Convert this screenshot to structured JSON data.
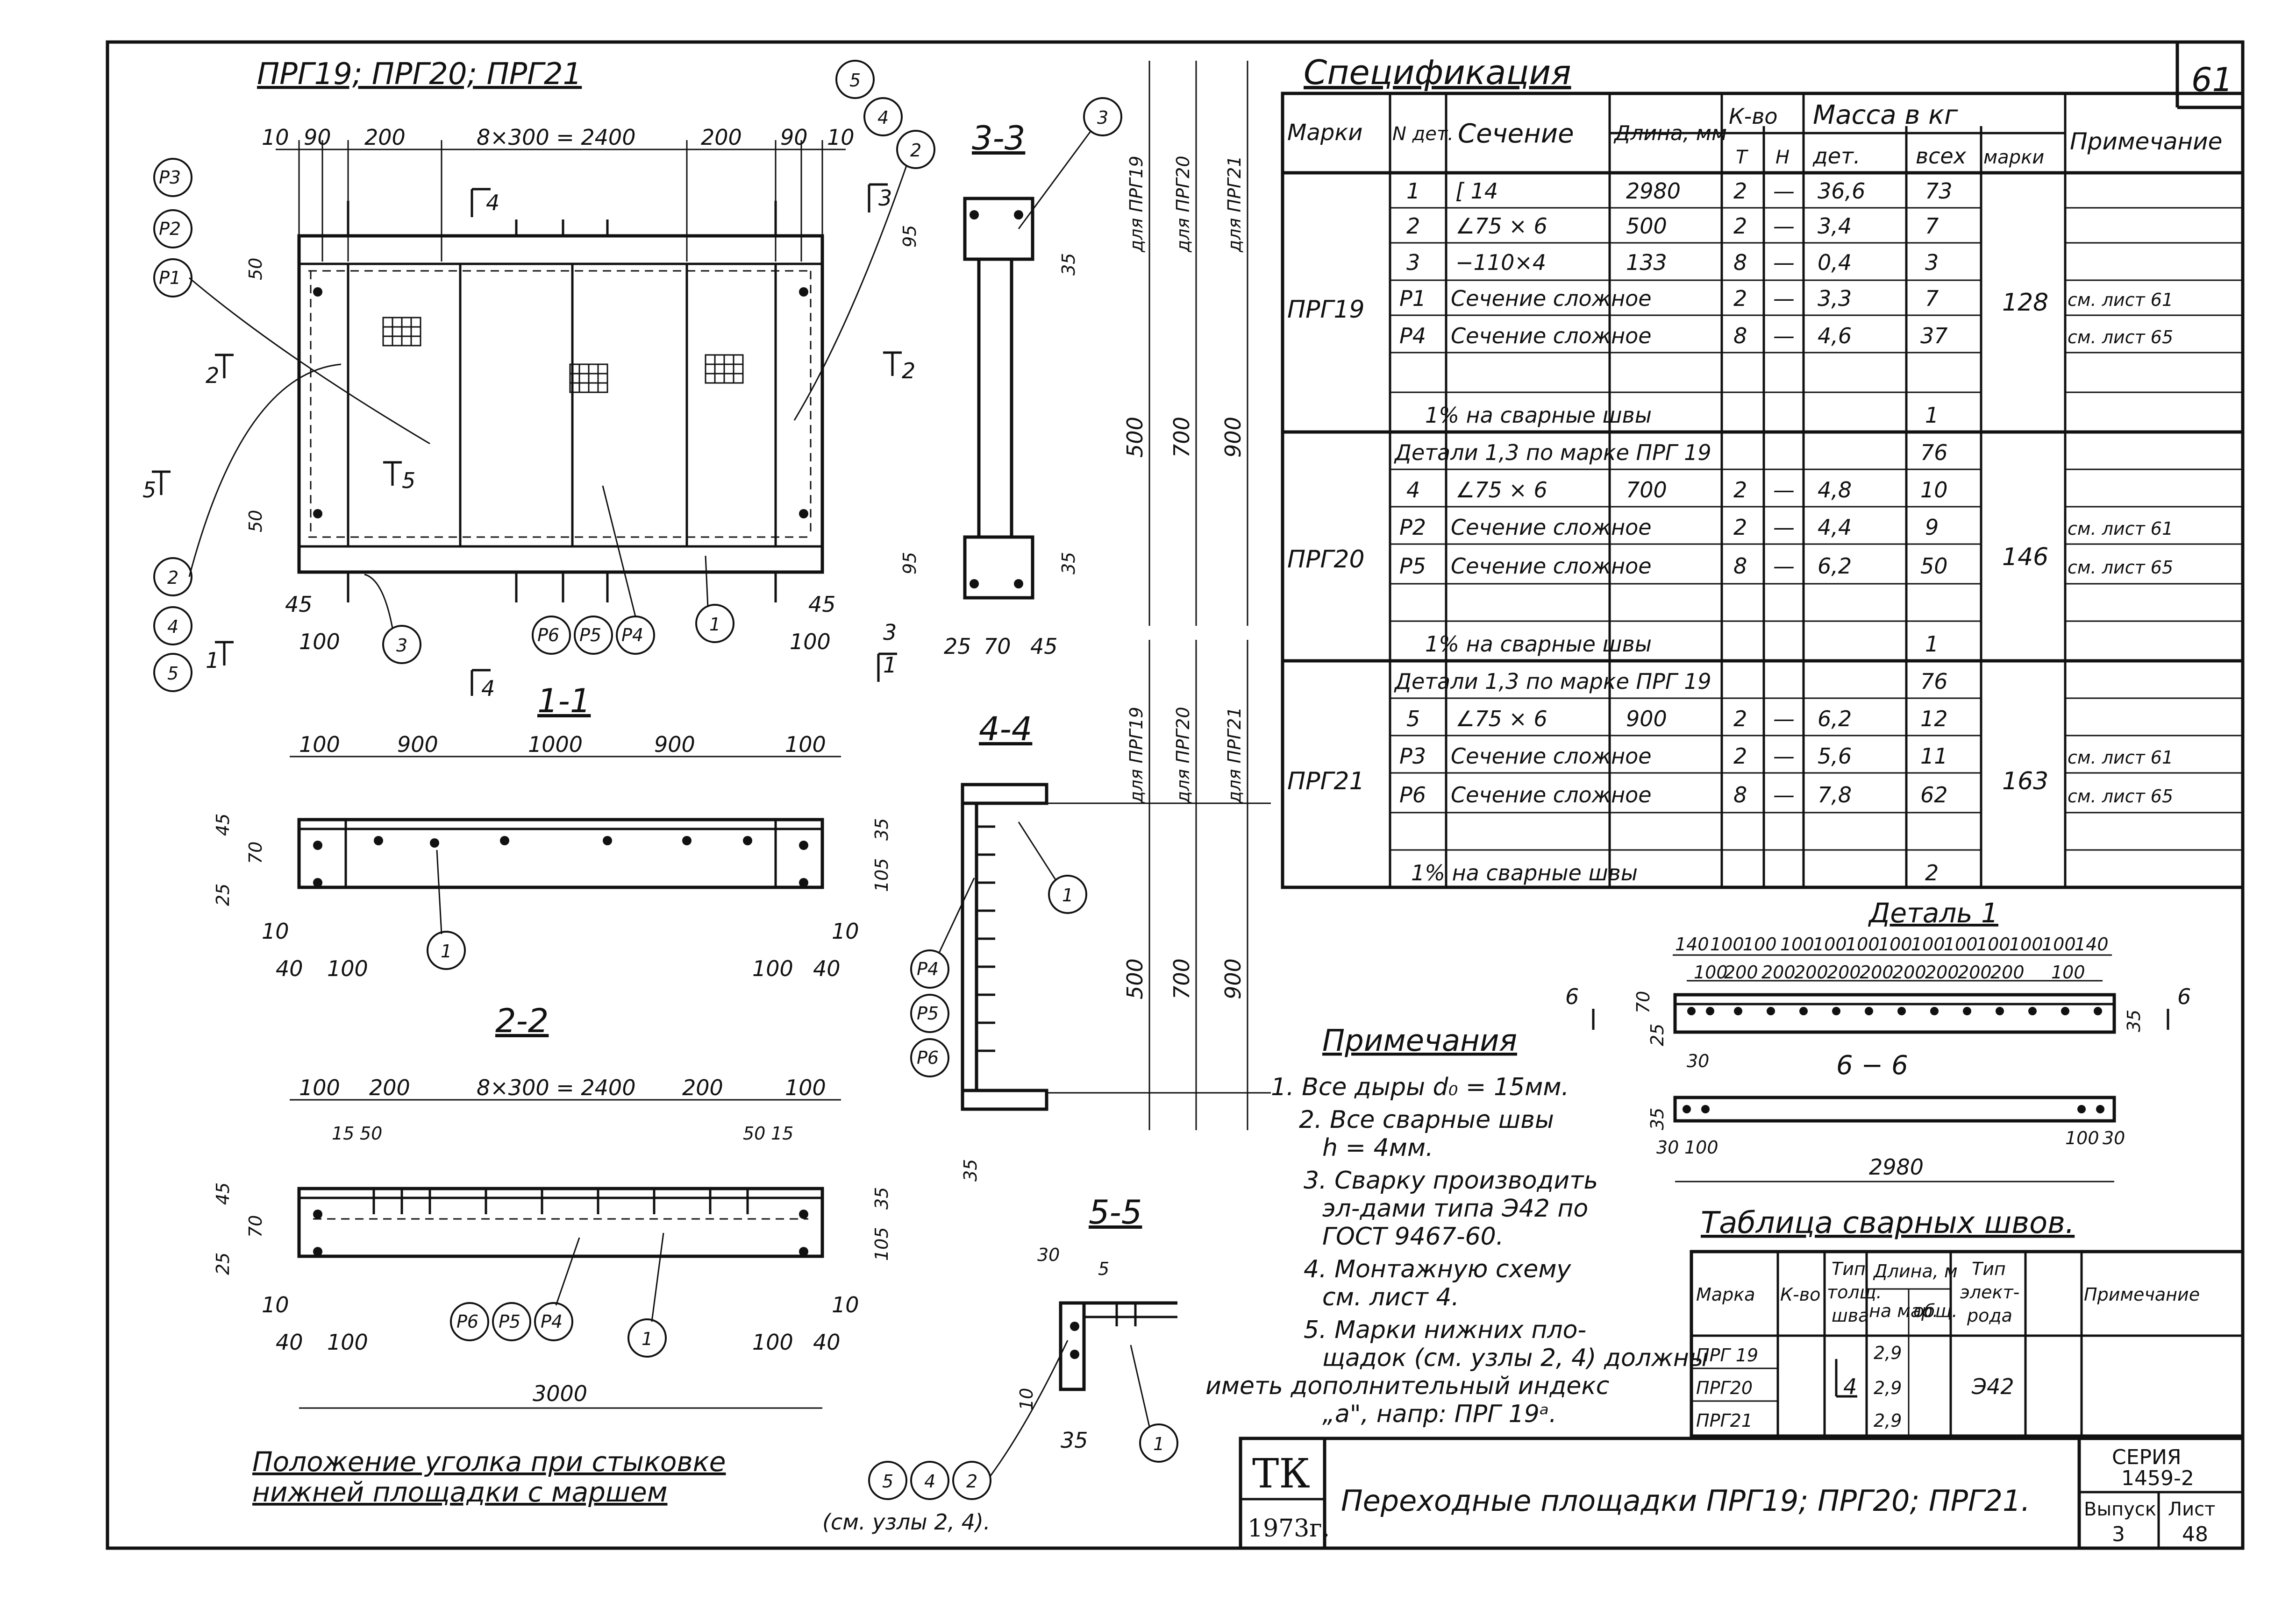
{
  "sheet_number": "61",
  "plan_title": "ПРГ19; ПРГ20; ПРГ21",
  "plan": {
    "top_dims": [
      "10",
      "90",
      "200",
      "8×300 = 2400",
      "200",
      "90",
      "10"
    ],
    "side_dims": [
      "50",
      "50"
    ],
    "bottom_dims_left": [
      "45",
      "100"
    ],
    "bottom_dims_right": [
      "45",
      "100"
    ],
    "callouts": [
      "P3",
      "P2",
      "P1",
      "2",
      "4",
      "5",
      "5",
      "4",
      "2",
      "3",
      "P6",
      "P5",
      "P4",
      "1",
      "3"
    ],
    "section_marks": [
      "4",
      "3",
      "2",
      "2",
      "5",
      "5",
      "1",
      "1",
      "4",
      "3"
    ]
  },
  "section_33": {
    "title": "3-3",
    "dims": [
      "95",
      "35",
      "95",
      "35",
      "25",
      "70",
      "45"
    ],
    "height_dims": [
      "500",
      "700",
      "900"
    ],
    "height_labels": [
      "для ПРГ19",
      "для ПРГ20",
      "для ПРГ21"
    ],
    "callout": "3"
  },
  "section_11": {
    "title": "1-1",
    "top_dims": [
      "100",
      "900",
      "1000",
      "900",
      "100"
    ],
    "left_dims": [
      "45",
      "70",
      "25"
    ],
    "right_dims": [
      "35",
      "105"
    ],
    "bottom_dims": [
      "10",
      "40",
      "100",
      "100",
      "40",
      "10"
    ],
    "callout": "1"
  },
  "section_44": {
    "title": "4-4",
    "height_dims": [
      "500",
      "700",
      "900"
    ],
    "height_labels": [
      "для ПРГ19",
      "для ПРГ20",
      "для ПРГ21"
    ],
    "callouts": [
      "1",
      "P4",
      "P5",
      "P6"
    ],
    "bottom_dim": "35"
  },
  "section_22": {
    "title": "2-2",
    "top_dims": [
      "100",
      "200",
      "8×300 = 2400",
      "200",
      "100"
    ],
    "sub_dims": [
      "15",
      "50",
      "50",
      "15"
    ],
    "left_dims": [
      "45",
      "70",
      "25"
    ],
    "right_dims": [
      "35",
      "105"
    ],
    "bottom_dims": [
      "10",
      "40",
      "100",
      "100",
      "40",
      "10"
    ],
    "total": "3000",
    "callouts": [
      "P6",
      "P5",
      "P4",
      "1"
    ]
  },
  "section_55": {
    "title": "5-5",
    "dims": [
      "30",
      "5",
      "10",
      "35"
    ],
    "callout": "1"
  },
  "angle_note": {
    "line1": "Положение уголка при стыковке",
    "line2": "нижней площадки с маршем",
    "ref": "(см. узлы 2, 4).",
    "callouts": [
      "5",
      "4",
      "2"
    ]
  },
  "spec": {
    "title": "Спецификация",
    "headers": {
      "mark": "Марки",
      "det_no": "N дет.",
      "section": "Сечение",
      "length": "Длина, мм",
      "qty": "К-во",
      "qty_t": "Т",
      "qty_n": "Н",
      "mass": "Масса в кг",
      "mass_det": "дет.",
      "mass_all": "всех",
      "mass_mark": "марки",
      "note": "Примечание"
    },
    "groups": [
      {
        "mark": "ПРГ19",
        "mark_mass": "128",
        "rows": [
          {
            "det": "1",
            "sec": "[ 14",
            "len": "2980",
            "t": "2",
            "n": "—",
            "md": "36,6",
            "ma": "73",
            "note": ""
          },
          {
            "det": "2",
            "sec": "∠75 × 6",
            "len": "500",
            "t": "2",
            "n": "—",
            "md": "3,4",
            "ma": "7",
            "note": ""
          },
          {
            "det": "3",
            "sec": "−110×4",
            "len": "133",
            "t": "8",
            "n": "—",
            "md": "0,4",
            "ma": "3",
            "note": ""
          },
          {
            "det": "P1",
            "sec": "Сечение сложное",
            "len": "",
            "t": "2",
            "n": "—",
            "md": "3,3",
            "ma": "7",
            "note": "см. лист 61"
          },
          {
            "det": "P4",
            "sec": "Сечение сложное",
            "len": "",
            "t": "8",
            "n": "—",
            "md": "4,6",
            "ma": "37",
            "note": "см. лист 65"
          }
        ],
        "welds": "1% на сварные швы",
        "welds_mass": "1",
        "details_ref": "",
        "details_mass": ""
      },
      {
        "mark": "ПРГ20",
        "mark_mass": "146",
        "details_ref": "Детали 1,3 по марке ПРГ 19",
        "details_mass": "76",
        "rows": [
          {
            "det": "4",
            "sec": "∠75 × 6",
            "len": "700",
            "t": "2",
            "n": "—",
            "md": "4,8",
            "ma": "10",
            "note": ""
          },
          {
            "det": "P2",
            "sec": "Сечение сложное",
            "len": "",
            "t": "2",
            "n": "—",
            "md": "4,4",
            "ma": "9",
            "note": "см. лист 61"
          },
          {
            "det": "P5",
            "sec": "Сечение сложное",
            "len": "",
            "t": "8",
            "n": "—",
            "md": "6,2",
            "ma": "50",
            "note": "см. лист 65"
          }
        ],
        "welds": "1% на сварные швы",
        "welds_mass": "1"
      },
      {
        "mark": "ПРГ21",
        "mark_mass": "163",
        "details_ref": "Детали 1,3 по марке ПРГ 19",
        "details_mass": "76",
        "rows": [
          {
            "det": "5",
            "sec": "∠75 × 6",
            "len": "900",
            "t": "2",
            "n": "—",
            "md": "6,2",
            "ma": "12",
            "note": ""
          },
          {
            "det": "P3",
            "sec": "Сечение сложное",
            "len": "",
            "t": "2",
            "n": "—",
            "md": "5,6",
            "ma": "11",
            "note": "см. лист 61"
          },
          {
            "det": "P6",
            "sec": "Сечение сложное",
            "len": "",
            "t": "8",
            "n": "—",
            "md": "7,8",
            "ma": "62",
            "note": "см. лист 65"
          }
        ],
        "welds": "1% на сварные швы",
        "welds_mass": "2"
      }
    ]
  },
  "detail1": {
    "title": "Деталь 1",
    "top_dims": [
      "140",
      "100",
      "100",
      "100",
      "100",
      "100",
      "100",
      "100",
      "100",
      "100",
      "100",
      "100",
      "140"
    ],
    "sub_dims": [
      "100",
      "200",
      "200",
      "200",
      "200",
      "200",
      "200",
      "200",
      "200",
      "200",
      "100"
    ],
    "left_dims": [
      "25",
      "70",
      "30"
    ],
    "right_dim": "35",
    "section_mark": "6",
    "sec66_title": "6 − 6",
    "sec66_dims": [
      "35",
      "30",
      "100",
      "100",
      "30"
    ],
    "total": "2980"
  },
  "notes": {
    "title": "Примечания",
    "items": [
      "1. Все дыры d₀ = 15мм.",
      "2. Все сварные швы",
      "h = 4мм.",
      "3. Сварку производить",
      "эл-дами типа Э42 по",
      "ГОСТ 9467-60.",
      "4. Монтажную схему",
      "см. лист 4.",
      "5. Марки нижних пло-",
      "щадок (см. узлы 2, 4) должны",
      "иметь дополнительный индекс",
      "„а\", напр: ПРГ 19ᵃ."
    ]
  },
  "weld_table": {
    "title": "Таблица сварных швов.",
    "headers": {
      "mark": "Марка",
      "qty": "К-во",
      "type": "Тип",
      "type2": "толщ.",
      "type3": "шва",
      "length": "Длина, м",
      "len_mark": "на мар.",
      "len_total": "общ.",
      "electrode": "Тип",
      "electrode2": "элект-",
      "electrode3": "рода",
      "note": "Примечание"
    },
    "rows": [
      {
        "mark": "ПРГ 19",
        "len": "2,9"
      },
      {
        "mark": "ПРГ20",
        "len": "2,9"
      },
      {
        "mark": "ПРГ21",
        "len": "2,9"
      }
    ],
    "thickness": "4",
    "electrode_type": "Э42"
  },
  "title_block": {
    "org": "ТК",
    "year": "1973г.",
    "name": "Переходные площадки ПРГ19; ПРГ20; ПРГ21.",
    "series_label": "СЕРИЯ",
    "series": "1459-2",
    "issue_label": "Выпуск",
    "issue": "3",
    "sheet_label": "Лист",
    "sheet": "48"
  }
}
